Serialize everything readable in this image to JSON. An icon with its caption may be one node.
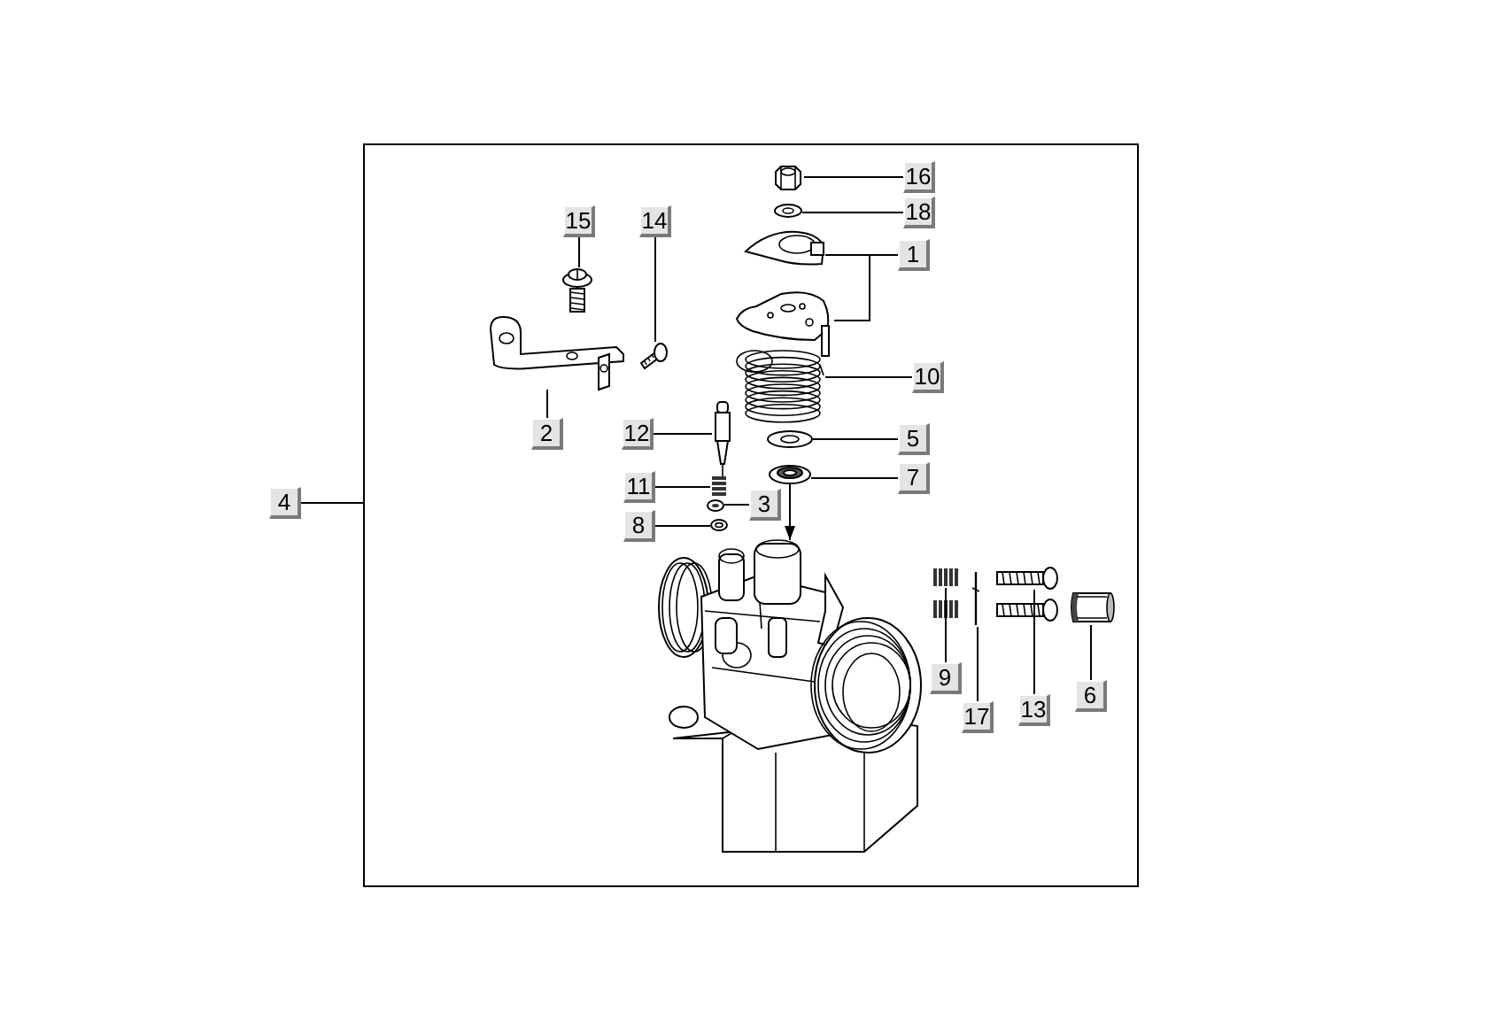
{
  "diagram": {
    "nodes": [
      {
        "text": [],
        "shape": "box"
      },
      {
        "text": [
          "4"
        ]
      },
      {
        "text": [
          "16"
        ],
        "in": 0
      },
      {
        "text": [],
        "shape": "picture",
        "in": 0
      },
      {
        "text": [
          "18"
        ],
        "in": 0
      },
      {
        "text": [],
        "shape": "picture",
        "in": 0
      },
      {
        "text": [
          "15"
        ],
        "in": 0
      },
      {
        "text": [],
        "shape": "picture",
        "in": 0
      },
      {
        "text": [
          "14"
        ],
        "in": 0
      },
      {
        "text": [],
        "shape": "picture",
        "in": 0
      },
      {
        "text": [
          "1"
        ],
        "in": 0
      },
      {
        "text": [],
        "shape": "picture",
        "in": 0
      },
      {
        "text": [],
        "shape": "picture",
        "in": 0
      },
      {
        "text": [
          "10"
        ],
        "in": 0
      },
      {
        "text": [],
        "shape": "picture",
        "in": 0
      },
      {
        "text": [
          "2"
        ],
        "in": 0
      },
      {
        "text": [],
        "shape": "picture",
        "in": 0
      },
      {
        "text": [
          "12"
        ],
        "in": 0
      },
      {
        "text": [],
        "shape": "picture",
        "in": 0
      },
      {
        "text": [
          "5"
        ],
        "in": 0
      },
      {
        "text": [],
        "shape": "picture",
        "in": 0
      },
      {
        "text": [
          "7"
        ],
        "in": 0
      },
      {
        "text": [],
        "shape": "picture",
        "in": 0
      },
      {
        "text": [
          "11"
        ],
        "in": 0
      },
      {
        "text": [],
        "shape": "picture",
        "in": 0
      },
      {
        "text": [
          "3"
        ],
        "in": 0
      },
      {
        "text": [],
        "shape": "picture",
        "in": 0
      },
      {
        "text": [
          "8"
        ],
        "in": 0
      },
      {
        "text": [],
        "shape": "picture",
        "in": 0
      },
      {
        "text": [],
        "shape": "picture",
        "in": 0
      },
      {
        "text": [],
        "shape": "picture",
        "in": 0
      },
      {
        "text": [],
        "shape": "picture",
        "in": 0
      },
      {
        "text": [],
        "shape": "picture",
        "in": 0
      },
      {
        "text": [],
        "shape": "picture",
        "in": 0
      },
      {
        "text": [],
        "shape": "picture",
        "in": 0
      },
      {
        "text": [],
        "shape": "picture",
        "in": 0
      },
      {
        "text": [
          "9"
        ],
        "in": 0
      },
      {
        "text": [
          "17"
        ],
        "in": 0
      },
      {
        "text": [
          "13"
        ],
        "in": 0
      },
      {
        "text": [
          "6"
        ],
        "in": 0
      }
    ],
    "edges": [
      {
        "from": 1,
        "to": 0,
        "arrow": "none"
      },
      {
        "from": 2,
        "to": 3,
        "arrow": "none"
      },
      {
        "from": 4,
        "to": 5,
        "arrow": "none"
      },
      {
        "from": 6,
        "to": 7,
        "arrow": "none"
      },
      {
        "from": 8,
        "to": 9,
        "arrow": "none"
      },
      {
        "from": 10,
        "to": 11,
        "arrow": "none"
      },
      {
        "from": 10,
        "to": 12,
        "arrow": "none"
      },
      {
        "from": 13,
        "to": 14,
        "arrow": "none"
      },
      {
        "from": 15,
        "to": 16,
        "arrow": "none"
      },
      {
        "from": 17,
        "to": 18,
        "arrow": "none"
      },
      {
        "from": 19,
        "to": 20,
        "arrow": "none"
      },
      {
        "from": 21,
        "to": 22,
        "arrow": "none"
      },
      {
        "from": 23,
        "to": 24,
        "arrow": "none"
      },
      {
        "from": 25,
        "to": 26,
        "arrow": "none"
      },
      {
        "from": 27,
        "to": 28,
        "arrow": "none"
      },
      {
        "from": 22,
        "to": 29,
        "arrow": "to"
      },
      {
        "from": 36,
        "to": 30,
        "arrow": "none"
      },
      {
        "from": 36,
        "to": 31,
        "arrow": "none"
      },
      {
        "from": 37,
        "to": 32,
        "arrow": "none"
      },
      {
        "from": 38,
        "to": 33,
        "arrow": "none"
      },
      {
        "from": 38,
        "to": 34,
        "arrow": "none"
      },
      {
        "from": 39,
        "to": 35,
        "arrow": "none"
      }
    ]
  }
}
